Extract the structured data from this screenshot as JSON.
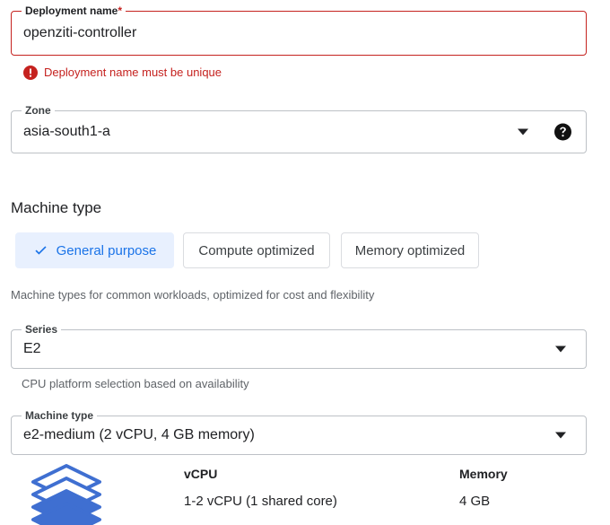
{
  "deployment_name": {
    "label": "Deployment name",
    "required_marker": "*",
    "value": "openziti-controller",
    "placeholder": "Deployment name",
    "error_message": "Deployment name must be unique",
    "error_icon": "error-filled-icon",
    "border_color": "#c5221f",
    "error_color": "#c5221f"
  },
  "zone": {
    "label": "Zone",
    "value": "asia-south1-a",
    "caret_icon": "chevron-down-icon",
    "help_icon": "help-circle-icon"
  },
  "machine_type_section": {
    "title": "Machine type",
    "chips": [
      {
        "label": "General purpose",
        "selected": true,
        "check_icon": "check-icon"
      },
      {
        "label": "Compute optimized",
        "selected": false
      },
      {
        "label": "Memory optimized",
        "selected": false
      }
    ],
    "selected_accent": "#1a73e8",
    "selected_background": "#e8f0fe",
    "description": "Machine types for common workloads, optimized for cost and flexibility"
  },
  "series": {
    "label": "Series",
    "value": "E2",
    "caret_icon": "chevron-down-icon",
    "helper": "CPU platform selection based on availability"
  },
  "machine_type": {
    "label": "Machine type",
    "value": "e2-medium (2 vCPU, 4 GB memory)",
    "caret_icon": "chevron-down-icon"
  },
  "specs": {
    "icon": "stacked-layers-icon",
    "icon_color": "#3f6fd1",
    "columns": [
      {
        "header": "vCPU",
        "value": "1-2 vCPU (1 shared core)"
      },
      {
        "header": "Memory",
        "value": "4 GB"
      }
    ]
  }
}
